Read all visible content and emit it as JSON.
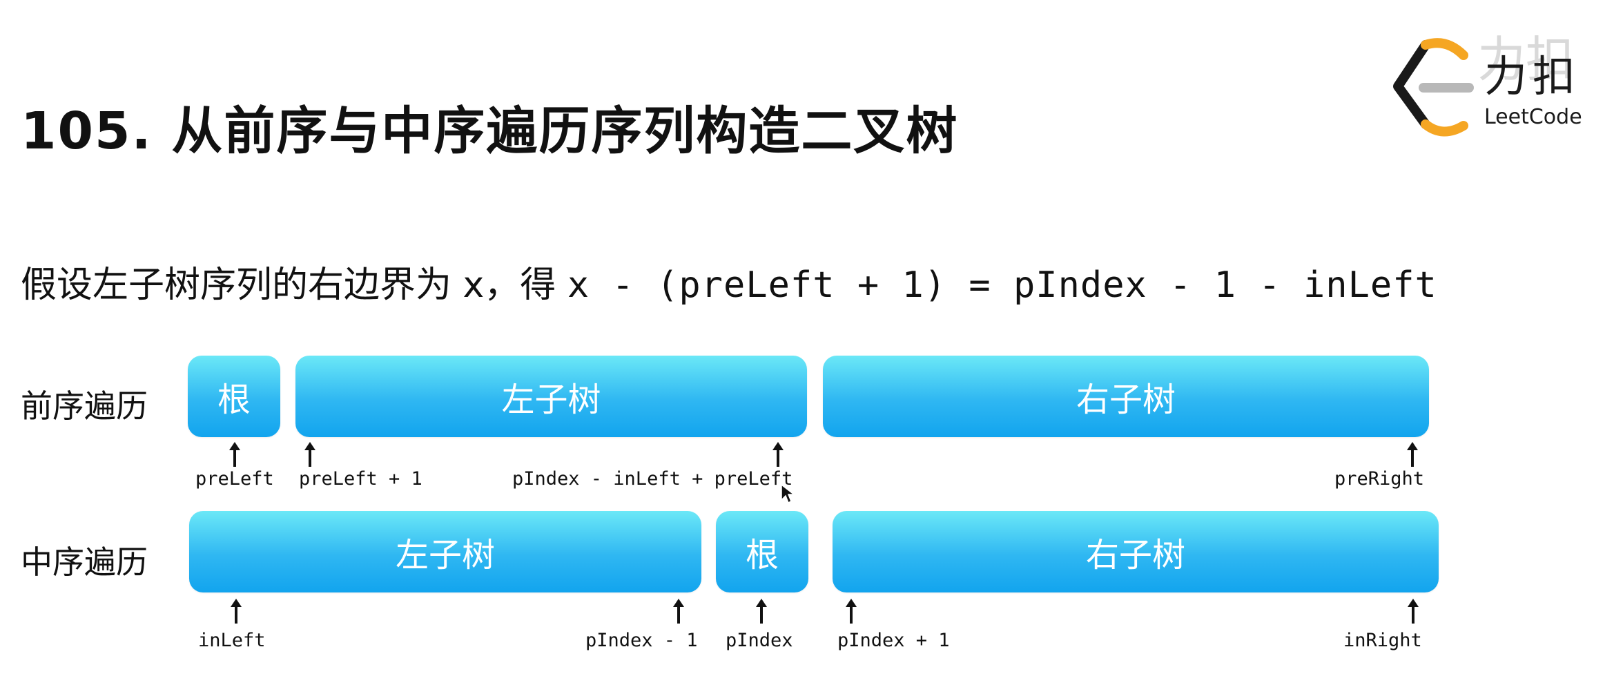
{
  "title": "105. 从前序与中序遍历序列构造二叉树",
  "formula": {
    "prefix": "假设左子树序列的右边界为 x，得 ",
    "expr": "x -  (preLeft + 1) = pIndex - 1 - inLeft"
  },
  "logo": {
    "cn": "力扣",
    "en": "LeetCode",
    "watermark": "力扣"
  },
  "preorder": {
    "label": "前序遍历",
    "boxes": [
      "根",
      "左子树",
      "右子树"
    ],
    "pointers": [
      "preLeft",
      "preLeft + 1",
      "pIndex - inLeft + preLeft",
      "preRight"
    ]
  },
  "inorder": {
    "label": "中序遍历",
    "boxes": [
      "左子树",
      "根",
      "右子树"
    ],
    "pointers": [
      "inLeft",
      "pIndex - 1",
      "pIndex",
      "pIndex + 1",
      "inRight"
    ]
  },
  "colors": {
    "box_top": "#6be8f7",
    "box_bottom": "#12a4ee",
    "logo_orange": "#f5a623"
  }
}
